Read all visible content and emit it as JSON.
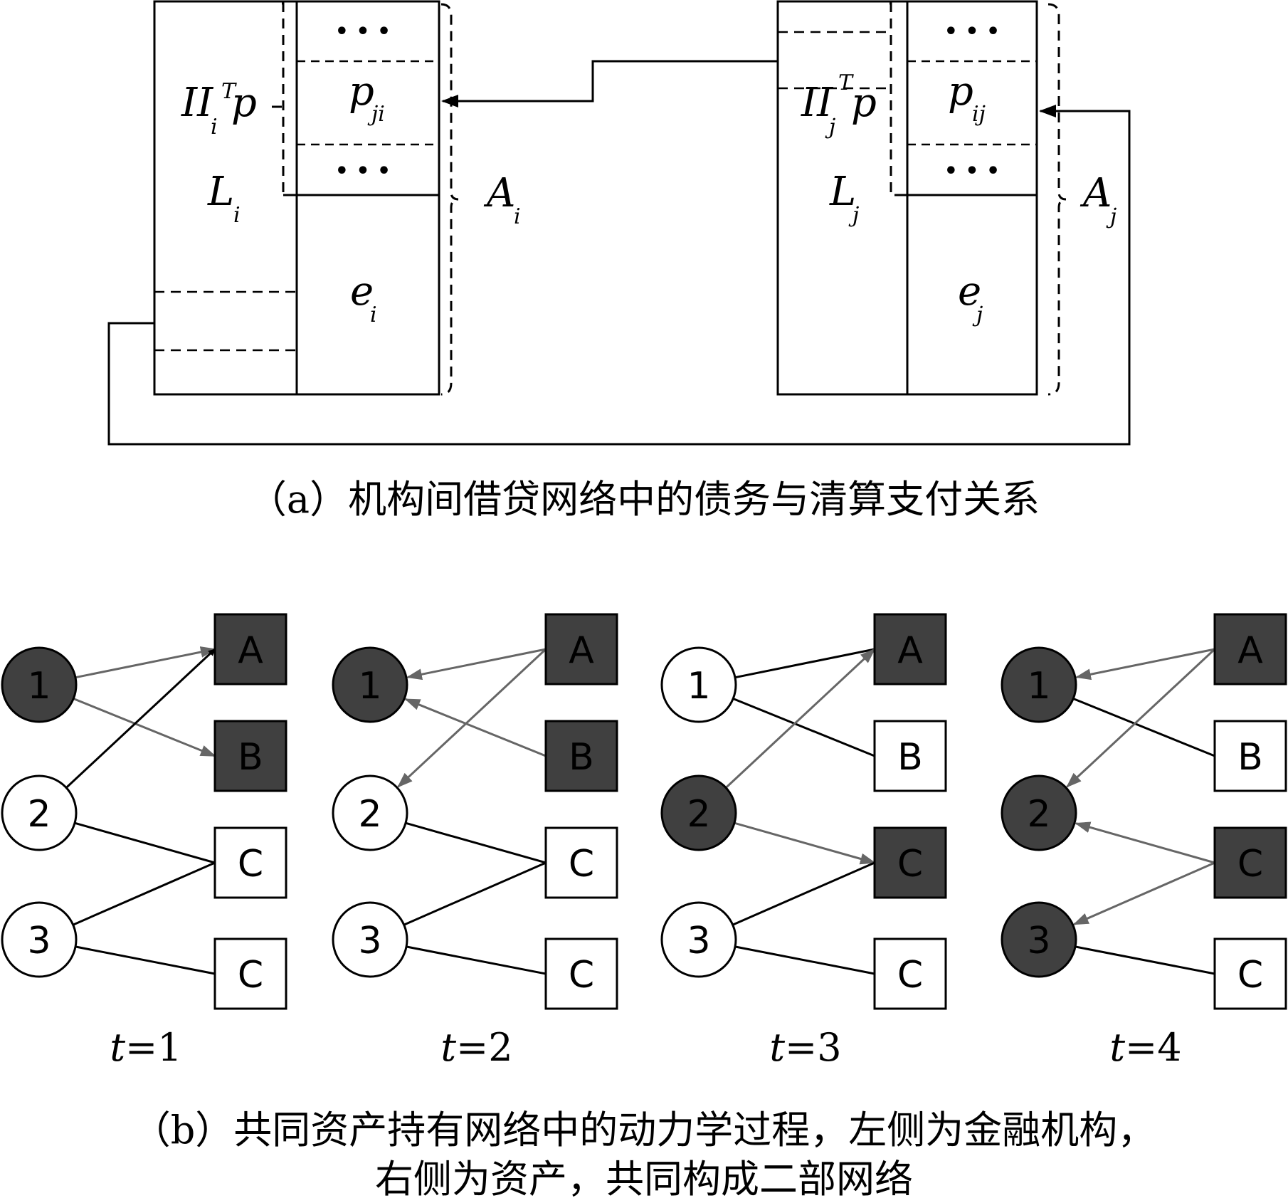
{
  "part_a": {
    "caption": "（a）机构间借贷网络中的债务与清算支付关系",
    "left": {
      "liab_sym": "II",
      "liab_sub": "i",
      "liab_sup": "T",
      "liab_p": "p",
      "L": "L",
      "L_sub": "i",
      "dots": "• • •",
      "p": "p",
      "p_sub": "ji",
      "e": "e",
      "e_sub": "i",
      "A": "A",
      "A_sub": "i"
    },
    "right": {
      "liab_sym": "II",
      "liab_sub": "j",
      "liab_sup": "T",
      "liab_p": "p",
      "L": "L",
      "L_sub": "j",
      "dots": "• • •",
      "p": "p",
      "p_sub": "ij",
      "e": "e",
      "e_sub": "j",
      "A": "A",
      "A_sub": "j"
    }
  },
  "part_b": {
    "caption_line1": "（b）共同资产持有网络中的动力学过程，左侧为金融机构，",
    "caption_line2": "右侧为资产，共同构成二部网络",
    "colors": {
      "dark": "#404040",
      "light": "#ffffff",
      "edge_black": "#000000",
      "edge_gray": "#666666"
    },
    "panels": [
      {
        "t_var": "t",
        "t_rest": "=1",
        "institutions": [
          {
            "label": "1",
            "fill": "dark"
          },
          {
            "label": "2",
            "fill": "light"
          },
          {
            "label": "3",
            "fill": "light"
          }
        ],
        "assets": [
          {
            "label": "A",
            "fill": "dark"
          },
          {
            "label": "B",
            "fill": "dark"
          },
          {
            "label": "C",
            "fill": "light"
          },
          {
            "label": "C",
            "fill": "light"
          }
        ],
        "edges": [
          {
            "inst": 0,
            "asset": 0,
            "dir": "to_asset",
            "color": "gray"
          },
          {
            "inst": 0,
            "asset": 1,
            "dir": "to_asset",
            "color": "gray"
          },
          {
            "inst": 1,
            "asset": 0,
            "dir": "to_asset",
            "color": "black"
          },
          {
            "inst": 1,
            "asset": 2,
            "dir": "none",
            "color": "black"
          },
          {
            "inst": 2,
            "asset": 2,
            "dir": "none",
            "color": "black"
          },
          {
            "inst": 2,
            "asset": 3,
            "dir": "none",
            "color": "black"
          }
        ]
      },
      {
        "t_var": "t",
        "t_rest": "=2",
        "institutions": [
          {
            "label": "1",
            "fill": "dark"
          },
          {
            "label": "2",
            "fill": "light"
          },
          {
            "label": "3",
            "fill": "light"
          }
        ],
        "assets": [
          {
            "label": "A",
            "fill": "dark"
          },
          {
            "label": "B",
            "fill": "dark"
          },
          {
            "label": "C",
            "fill": "light"
          },
          {
            "label": "C",
            "fill": "light"
          }
        ],
        "edges": [
          {
            "inst": 0,
            "asset": 0,
            "dir": "to_inst",
            "color": "gray"
          },
          {
            "inst": 0,
            "asset": 1,
            "dir": "to_inst",
            "color": "gray"
          },
          {
            "inst": 1,
            "asset": 0,
            "dir": "to_inst",
            "color": "gray"
          },
          {
            "inst": 1,
            "asset": 2,
            "dir": "none",
            "color": "black"
          },
          {
            "inst": 2,
            "asset": 2,
            "dir": "none",
            "color": "black"
          },
          {
            "inst": 2,
            "asset": 3,
            "dir": "none",
            "color": "black"
          }
        ]
      },
      {
        "t_var": "t",
        "t_rest": "=3",
        "institutions": [
          {
            "label": "1",
            "fill": "light"
          },
          {
            "label": "2",
            "fill": "dark"
          },
          {
            "label": "3",
            "fill": "light"
          }
        ],
        "assets": [
          {
            "label": "A",
            "fill": "dark"
          },
          {
            "label": "B",
            "fill": "light"
          },
          {
            "label": "C",
            "fill": "dark"
          },
          {
            "label": "C",
            "fill": "light"
          }
        ],
        "edges": [
          {
            "inst": 0,
            "asset": 0,
            "dir": "none",
            "color": "black"
          },
          {
            "inst": 0,
            "asset": 1,
            "dir": "none",
            "color": "black"
          },
          {
            "inst": 1,
            "asset": 0,
            "dir": "to_asset",
            "color": "gray"
          },
          {
            "inst": 1,
            "asset": 2,
            "dir": "to_asset",
            "color": "gray"
          },
          {
            "inst": 2,
            "asset": 2,
            "dir": "none",
            "color": "black"
          },
          {
            "inst": 2,
            "asset": 3,
            "dir": "none",
            "color": "black"
          }
        ]
      },
      {
        "t_var": "t",
        "t_rest": "=4",
        "institutions": [
          {
            "label": "1",
            "fill": "dark"
          },
          {
            "label": "2",
            "fill": "dark"
          },
          {
            "label": "3",
            "fill": "dark"
          }
        ],
        "assets": [
          {
            "label": "A",
            "fill": "dark"
          },
          {
            "label": "B",
            "fill": "light"
          },
          {
            "label": "C",
            "fill": "dark"
          },
          {
            "label": "C",
            "fill": "light"
          }
        ],
        "edges": [
          {
            "inst": 0,
            "asset": 0,
            "dir": "to_inst",
            "color": "gray"
          },
          {
            "inst": 0,
            "asset": 1,
            "dir": "none",
            "color": "black"
          },
          {
            "inst": 1,
            "asset": 0,
            "dir": "to_inst",
            "color": "gray"
          },
          {
            "inst": 1,
            "asset": 2,
            "dir": "to_inst",
            "color": "gray"
          },
          {
            "inst": 2,
            "asset": 2,
            "dir": "to_inst",
            "color": "gray"
          },
          {
            "inst": 2,
            "asset": 3,
            "dir": "none",
            "color": "black"
          }
        ]
      }
    ]
  }
}
